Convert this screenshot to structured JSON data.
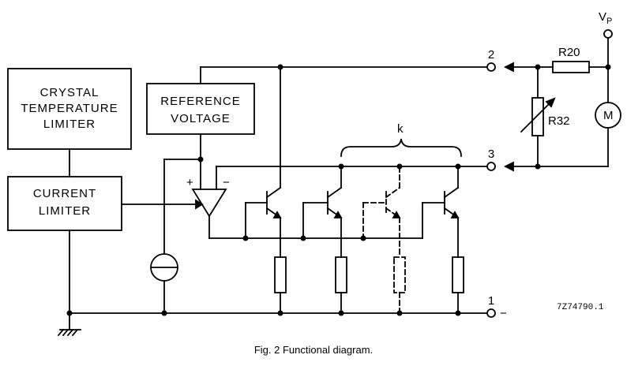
{
  "blocks": {
    "crystal_limiter": [
      "CRYSTAL",
      "TEMPERATURE",
      "LIMITER"
    ],
    "current_limiter": [
      "CURRENT",
      "LIMITER"
    ],
    "reference_voltage": [
      "REFERENCE",
      "VOLTAGE"
    ]
  },
  "pins": {
    "pin1": "1",
    "pin2": "2",
    "pin3": "3",
    "pin1_sign": "−"
  },
  "components": {
    "r20": "R20",
    "r32": "R32",
    "motor": "M",
    "vp_main": "V",
    "vp_sub": "P",
    "transistor_group": "k"
  },
  "opamp": {
    "plus": "+",
    "minus": "−"
  },
  "reference_code": "7Z74790.1",
  "caption": "Fig. 2  Functional diagram."
}
